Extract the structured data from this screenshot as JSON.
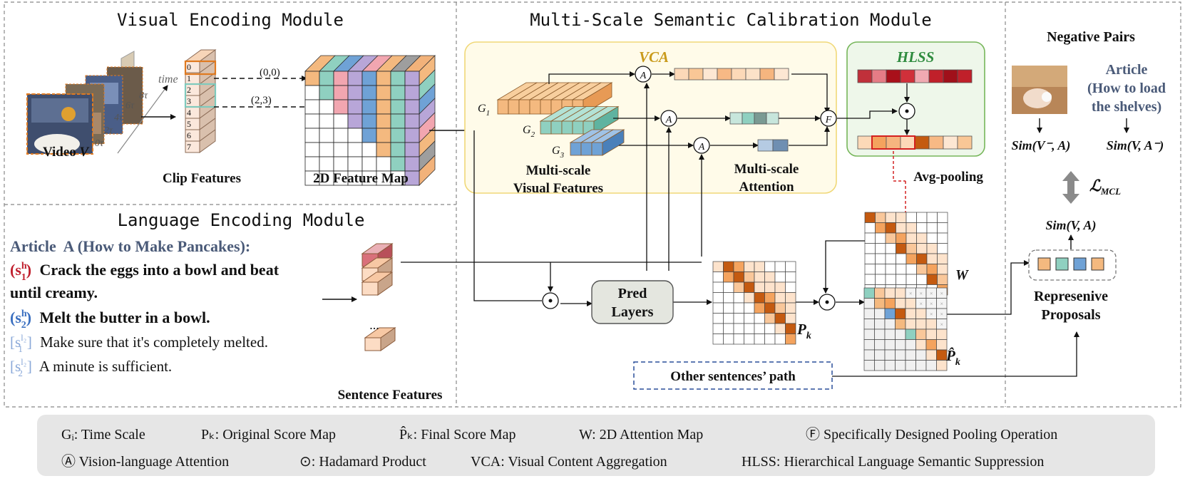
{
  "modules": {
    "visual_title": "Visual Encoding Module",
    "calibration_title": "Multi-Scale Semantic Calibration Module",
    "language_title": "Language Encoding Module"
  },
  "visual": {
    "time_label": "time",
    "time_ticks": [
      "0τ",
      "2τ",
      "4τ",
      "6τ",
      "8τ"
    ],
    "video_label": "Video",
    "video_var": "V",
    "clip_indices": [
      "0",
      "1",
      "2",
      "3",
      "4",
      "5",
      "6",
      "7"
    ],
    "coord_a": "(0,0)",
    "coord_b": "(2,3)",
    "clip_label": "Clip Features",
    "map_label": "2D Feature Map"
  },
  "vca": {
    "title": "VCA",
    "g1": "G",
    "g1_sub": "1",
    "g2": "G",
    "g2_sub": "2",
    "g3": "G",
    "g3_sub": "3",
    "ms_visual_line1": "Multi-scale",
    "ms_visual_line2": "Visual Features",
    "ms_attn_line1": "Multi-scale",
    "ms_attn_line2": "Attention",
    "attn_symbol": "A",
    "pool_symbol": "F"
  },
  "hlss": {
    "title": "HLSS",
    "avg_pooling": "Avg-pooling",
    "w_label": "W"
  },
  "language": {
    "article_line": "Article  A (How to Make Pancakes):",
    "s1_tag": "(s",
    "s1_line1": "Crack the eggs into a bowl and beat",
    "s1_line2": "until creamy.",
    "s2_line": "Melt the butter in a bowl.",
    "s3_line": "Make sure that it's completely melted.",
    "s4_line": "A minute is sufficient.",
    "sentence_features": "Sentence Features",
    "dots": "..."
  },
  "pred": {
    "line1": "Pred",
    "line2": "Layers",
    "pk": "P",
    "pk_sub": "k",
    "pk_hat": "P̂",
    "other_path": "Other sentences’ path"
  },
  "right": {
    "negative_pairs": "Negative Pairs",
    "article_line1": "Article",
    "article_line2": "(How to load",
    "article_line3": "the shelves)",
    "sim_neg_v": "Sim(V⁻, A)",
    "sim_neg_a": "Sim(V, A⁻)",
    "loss": "ℒ",
    "loss_sub": "MCL",
    "sim_va": "Sim(V, A)",
    "rep_line1": "Represenive",
    "rep_line2": "Proposals"
  },
  "legend": {
    "row1": [
      "Gᵢ:  Time Scale",
      "Pₖ:  Original Score Map",
      "P̂ₖ:  Final Score Map",
      "W:  2D Attention Map",
      "Ⓕ Specifically Designed Pooling Operation"
    ],
    "row2": [
      "Ⓐ Vision-language Attention",
      "⊙: Hadamard Product",
      "VCA: Visual Content Aggregation",
      "HLSS:  Hierarchical Language Semantic Suppression"
    ]
  },
  "colors": {
    "orange": "#f4b97f",
    "teal": "#8fd0c0",
    "blue": "#6fa2d6",
    "purple": "#b8a6d8",
    "pink": "#f2a6b0",
    "red": "#c0202e",
    "gold": "#c99a1a",
    "green": "#2e8b3e",
    "slate": "#4a5a78",
    "lightblue": "#8aa8d8"
  }
}
